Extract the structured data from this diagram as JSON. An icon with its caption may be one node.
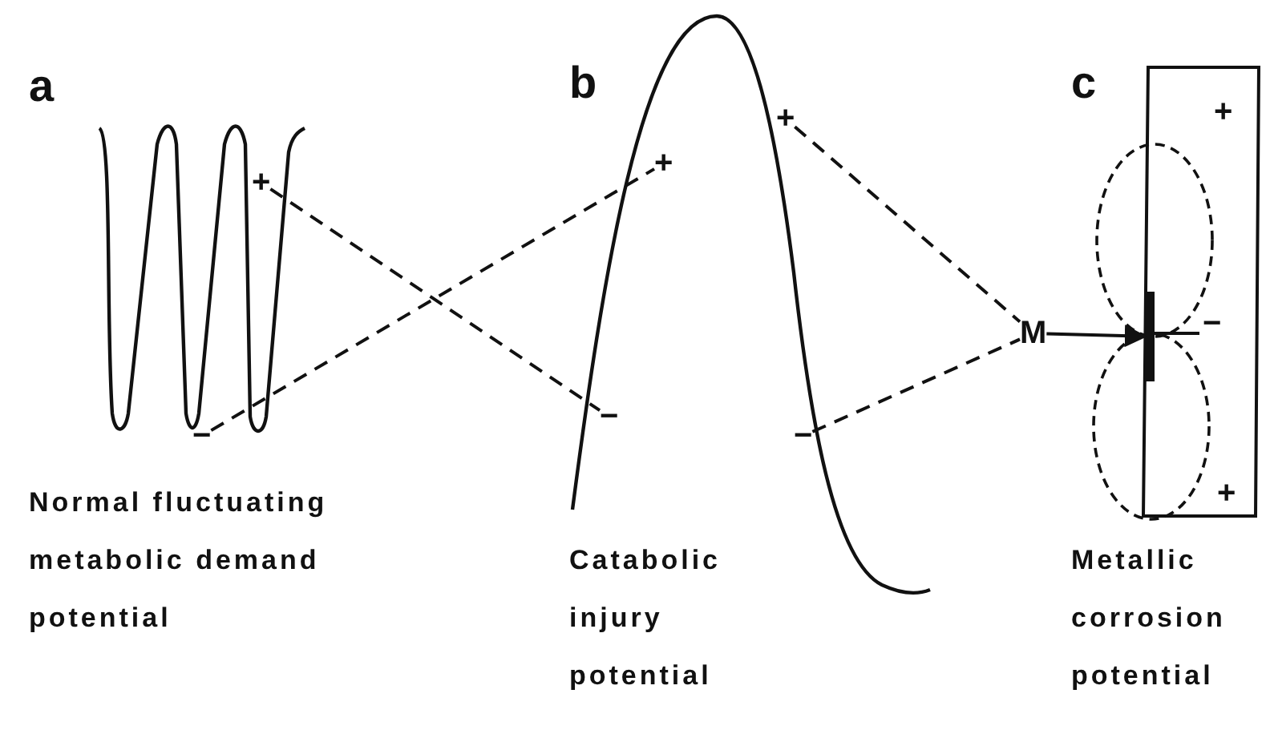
{
  "diagram": {
    "nodes": [
      {
        "text": [
          "+"
        ]
      },
      {
        "text": [
          "−"
        ]
      },
      {
        "text": [
          "+"
        ]
      },
      {
        "text": [
          "−"
        ]
      },
      {
        "text": [
          "+"
        ]
      },
      {
        "text": [
          "−"
        ]
      },
      {
        "text": [
          "M"
        ]
      },
      {
        "text": [],
        "shape": "bar"
      }
    ],
    "edges": [
      {
        "from": 0,
        "to": 3,
        "arrow": "none",
        "style": "dashed"
      },
      {
        "from": 1,
        "to": 2,
        "arrow": "none",
        "style": "dashed"
      },
      {
        "from": 4,
        "to": 6,
        "arrow": "none",
        "style": "dashed"
      },
      {
        "from": 5,
        "to": 6,
        "arrow": "none",
        "style": "dashed"
      },
      {
        "from": 6,
        "to": 7,
        "arrow": "to"
      }
    ],
    "labels": [
      "a",
      "b",
      "c",
      "+",
      "−",
      "+",
      "Normal fluctuating metabolic demand potential",
      "Catabolic injury potential",
      "Metallic corrosion potential"
    ]
  }
}
